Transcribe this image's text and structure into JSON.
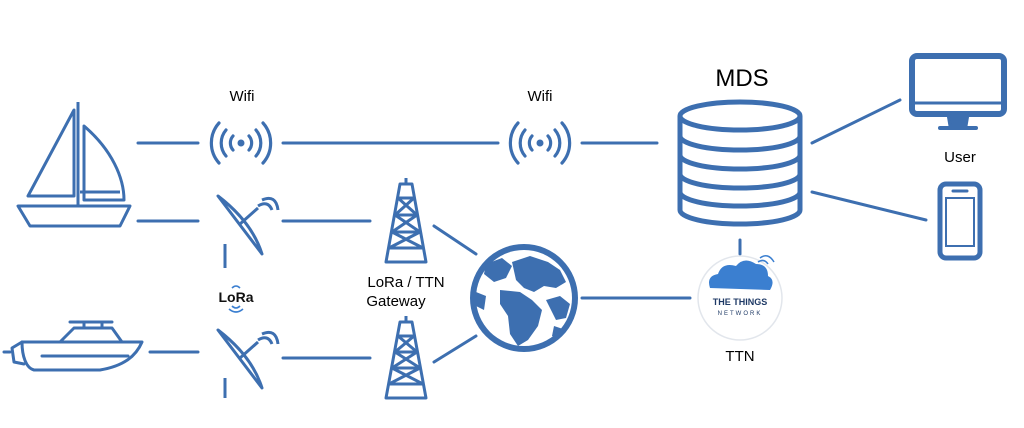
{
  "labels": {
    "wifi_left": "Wifi",
    "wifi_right": "Wifi",
    "mds": "MDS",
    "user": "User",
    "gateway_line1": "LoRa / TTN",
    "gateway_line2": "Gateway",
    "lora_logo": "LoRa",
    "ttn": "TTN",
    "ttn_logo_line1": "THE THINGS",
    "ttn_logo_line2": "NETWORK"
  },
  "colors": {
    "primary": "#3d6fb0",
    "cloud": "#3b7fd0",
    "logo_text": "#1f3a66",
    "text": "#000000"
  },
  "icons": [
    "sailboat-icon",
    "motorboat-icon",
    "wifi-icon",
    "satellite-dish-icon",
    "radio-tower-icon",
    "globe-icon",
    "database-icon",
    "monitor-icon",
    "smartphone-icon",
    "ttn-cloud-icon",
    "lora-logo-icon"
  ]
}
